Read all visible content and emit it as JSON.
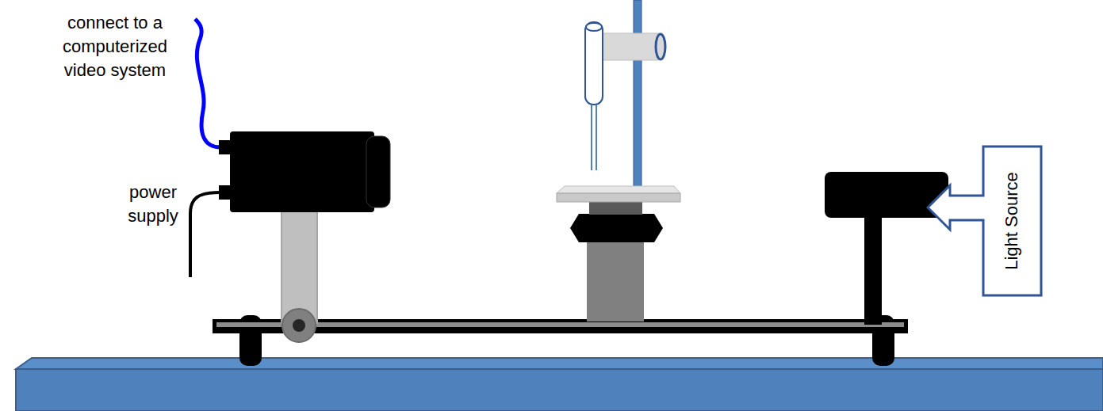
{
  "diagram": {
    "nodes": [
      {
        "text": [
          "Light Source"
        ]
      }
    ],
    "labels": [
      "connect to a computerized video system",
      "power supply"
    ]
  }
}
